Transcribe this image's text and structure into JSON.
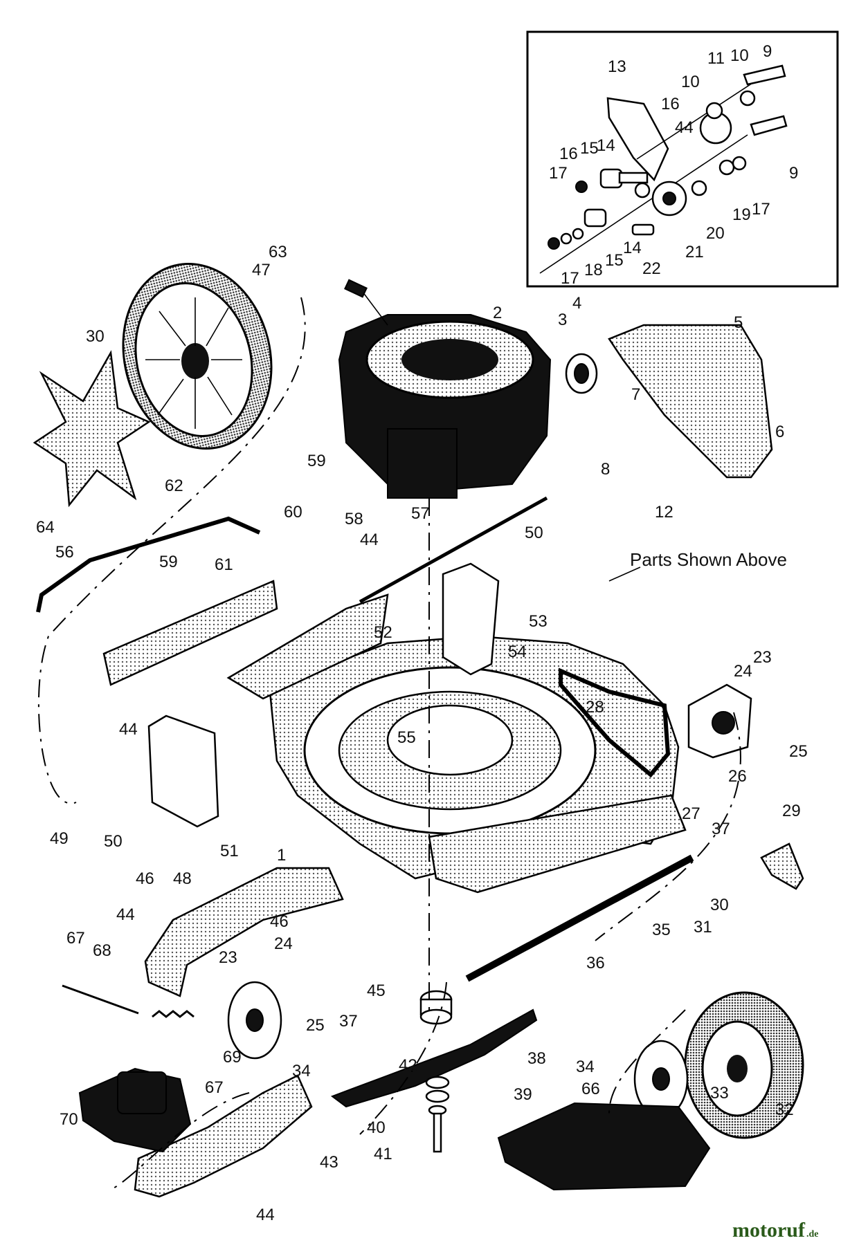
{
  "diagram": {
    "callout_text": "Parts Shown Above",
    "watermark": {
      "text": "motoruf",
      "suffix": ".de",
      "text_color": "#2a5a1a",
      "dot_color": "#d42020"
    },
    "inset_labels": [
      {
        "id": "i13",
        "text": "13"
      },
      {
        "id": "i11",
        "text": "11"
      },
      {
        "id": "i10a",
        "text": "10"
      },
      {
        "id": "i9a",
        "text": "9"
      },
      {
        "id": "i10b",
        "text": "10"
      },
      {
        "id": "i16a",
        "text": "16"
      },
      {
        "id": "i44",
        "text": "44"
      },
      {
        "id": "i16b",
        "text": "16"
      },
      {
        "id": "i15a",
        "text": "15"
      },
      {
        "id": "i14a",
        "text": "14"
      },
      {
        "id": "i9b",
        "text": "9"
      },
      {
        "id": "i17a",
        "text": "17"
      },
      {
        "id": "i19",
        "text": "19"
      },
      {
        "id": "i17b",
        "text": "17"
      },
      {
        "id": "i20",
        "text": "20"
      },
      {
        "id": "i21",
        "text": "21"
      },
      {
        "id": "i17c",
        "text": "17"
      },
      {
        "id": "i18",
        "text": "18"
      },
      {
        "id": "i15b",
        "text": "15"
      },
      {
        "id": "i14b",
        "text": "14"
      },
      {
        "id": "i22",
        "text": "22"
      }
    ],
    "labels": [
      {
        "id": "p63",
        "text": "63"
      },
      {
        "id": "p47",
        "text": "47"
      },
      {
        "id": "p30a",
        "text": "30"
      },
      {
        "id": "p62",
        "text": "62"
      },
      {
        "id": "p64",
        "text": "64"
      },
      {
        "id": "p2",
        "text": "2"
      },
      {
        "id": "p3",
        "text": "3"
      },
      {
        "id": "p4",
        "text": "4"
      },
      {
        "id": "p5",
        "text": "5"
      },
      {
        "id": "p6",
        "text": "6"
      },
      {
        "id": "p7",
        "text": "7"
      },
      {
        "id": "p8",
        "text": "8"
      },
      {
        "id": "p59a",
        "text": "59"
      },
      {
        "id": "p60",
        "text": "60"
      },
      {
        "id": "p58",
        "text": "58"
      },
      {
        "id": "p57",
        "text": "57"
      },
      {
        "id": "p12",
        "text": "12"
      },
      {
        "id": "p56",
        "text": "56"
      },
      {
        "id": "p59b",
        "text": "59"
      },
      {
        "id": "p61",
        "text": "61"
      },
      {
        "id": "p44a",
        "text": "44"
      },
      {
        "id": "p50a",
        "text": "50"
      },
      {
        "id": "p52",
        "text": "52"
      },
      {
        "id": "p53",
        "text": "53"
      },
      {
        "id": "p54",
        "text": "54"
      },
      {
        "id": "p23a",
        "text": "23"
      },
      {
        "id": "p24a",
        "text": "24"
      },
      {
        "id": "p44b",
        "text": "44"
      },
      {
        "id": "p55",
        "text": "55"
      },
      {
        "id": "p28",
        "text": "28"
      },
      {
        "id": "p25a",
        "text": "25"
      },
      {
        "id": "p26",
        "text": "26"
      },
      {
        "id": "p27",
        "text": "27"
      },
      {
        "id": "p49",
        "text": "49"
      },
      {
        "id": "p50b",
        "text": "50"
      },
      {
        "id": "p51",
        "text": "51"
      },
      {
        "id": "p46a",
        "text": "46"
      },
      {
        "id": "p1",
        "text": "1"
      },
      {
        "id": "p29",
        "text": "29"
      },
      {
        "id": "p37a",
        "text": "37"
      },
      {
        "id": "p48",
        "text": "48"
      },
      {
        "id": "p44c",
        "text": "44"
      },
      {
        "id": "p46b",
        "text": "46"
      },
      {
        "id": "p30b",
        "text": "30"
      },
      {
        "id": "p31",
        "text": "31"
      },
      {
        "id": "p35",
        "text": "35"
      },
      {
        "id": "p67a",
        "text": "67"
      },
      {
        "id": "p68",
        "text": "68"
      },
      {
        "id": "p23b",
        "text": "23"
      },
      {
        "id": "p24b",
        "text": "24"
      },
      {
        "id": "p36",
        "text": "36"
      },
      {
        "id": "p45",
        "text": "45"
      },
      {
        "id": "p37b",
        "text": "37"
      },
      {
        "id": "p25b",
        "text": "25"
      },
      {
        "id": "p69",
        "text": "69"
      },
      {
        "id": "p42",
        "text": "42"
      },
      {
        "id": "p38",
        "text": "38"
      },
      {
        "id": "p34a",
        "text": "34"
      },
      {
        "id": "p34b",
        "text": "34"
      },
      {
        "id": "p33",
        "text": "33"
      },
      {
        "id": "p32",
        "text": "32"
      },
      {
        "id": "p67b",
        "text": "67"
      },
      {
        "id": "p39",
        "text": "39"
      },
      {
        "id": "p66",
        "text": "66"
      },
      {
        "id": "p70",
        "text": "70"
      },
      {
        "id": "p40",
        "text": "40"
      },
      {
        "id": "p41",
        "text": "41"
      },
      {
        "id": "p43",
        "text": "43"
      },
      {
        "id": "p44d",
        "text": "44"
      }
    ]
  }
}
